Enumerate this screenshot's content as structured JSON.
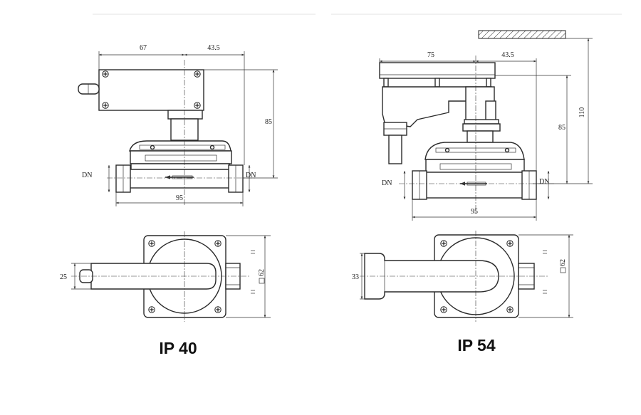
{
  "ip40": {
    "title": "IP 40",
    "dims": {
      "d67": "67",
      "d43": "43.5",
      "d85": "85",
      "d95": "95",
      "dn_left": "DN",
      "dn_right": "DN",
      "d25": "25",
      "d62": "62"
    }
  },
  "ip54": {
    "title": "IP 54",
    "dims": {
      "d75": "75",
      "d43": "43.5",
      "d110": "110",
      "d85": "85",
      "d95": "95",
      "dn_left": "DN",
      "dn_right": "DN",
      "d33": "33",
      "d62": "62"
    }
  },
  "icons": {
    "flow_arrow": "flow-arrow-icon",
    "screw": "screw-icon",
    "square_symbol": "square-symbol-icon"
  }
}
